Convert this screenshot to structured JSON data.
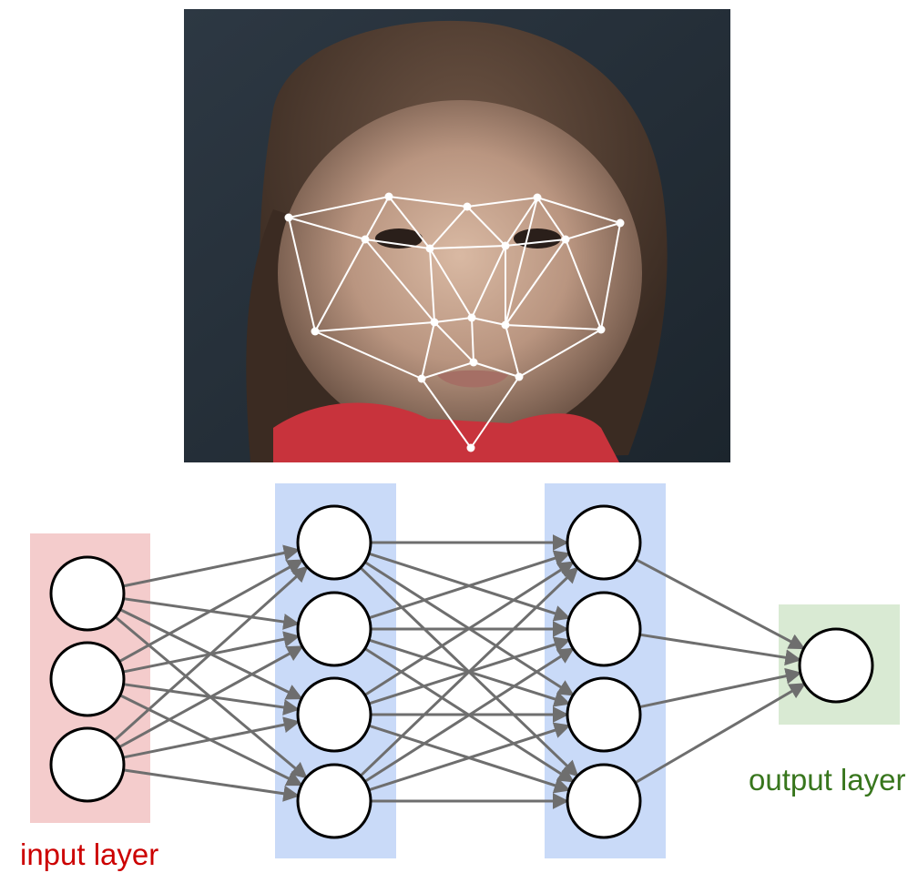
{
  "photo": {
    "description_icon": "face-landmark-photo",
    "landmarks": [
      {
        "id": "p1"
      },
      {
        "id": "p2"
      },
      {
        "id": "p3"
      },
      {
        "id": "p4"
      },
      {
        "id": "p5"
      },
      {
        "id": "p6"
      },
      {
        "id": "p7"
      },
      {
        "id": "p8"
      },
      {
        "id": "p9"
      },
      {
        "id": "p10"
      },
      {
        "id": "p11"
      },
      {
        "id": "p12"
      },
      {
        "id": "p13"
      },
      {
        "id": "p14"
      },
      {
        "id": "p15"
      },
      {
        "id": "p16"
      },
      {
        "id": "p17"
      },
      {
        "id": "p18"
      },
      {
        "id": "p19"
      }
    ]
  },
  "network": {
    "layers": [
      {
        "id": "input",
        "label": "input layer",
        "nodes": 3,
        "color": "#f4cccc",
        "label_color": "#cc0000"
      },
      {
        "id": "hidden1",
        "label": "",
        "nodes": 4,
        "color": "#c9daf8",
        "label_color": ""
      },
      {
        "id": "hidden2",
        "label": "",
        "nodes": 4,
        "color": "#c9daf8",
        "label_color": ""
      },
      {
        "id": "output",
        "label": "output layer",
        "nodes": 1,
        "color": "#d9ead3",
        "label_color": "#38761d"
      }
    ],
    "node_fill": "#ffffff",
    "node_stroke": "#000000",
    "edge_color": "#6e6e6e",
    "connectivity": "fully-connected"
  },
  "labels": {
    "input": "input layer",
    "output": "output layer"
  }
}
